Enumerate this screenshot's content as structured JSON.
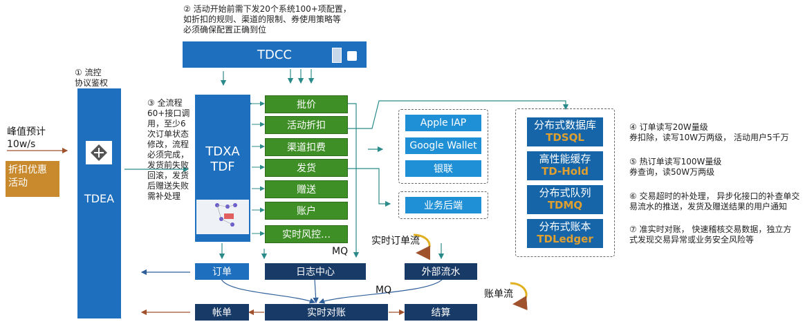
{
  "annotations": {
    "a2_line1": "② 活动开始前需下发20个系统100+项配置，",
    "a2_line2": "如折扣的规则、渠道的限制、券使用策略等",
    "a2_line3": "必须确保配置正确到位",
    "a1_line1": "① 流控",
    "a1_line2": "协议鉴权",
    "a3_lines": [
      "③ 全流程",
      "60+接口调",
      "用，至少6",
      "次订单状态",
      "修改，流程",
      "必须完成，",
      "发货前失败",
      "回滚，发货",
      "后赠送失败",
      "需补处理"
    ],
    "peak_line1": "峰值预计",
    "peak_line2": "10w/s",
    "a4_line1": "④ 订单读写20W量级",
    "a4_line2": "券扣除，读写10W万两级， 活动用户5千万",
    "a5_line1": "⑤ 热订单读写100W量级",
    "a5_line2": "券查询，读50W万两级",
    "a6_line1": "⑥ 交易超时的补处理， 异步化接口的补查单交",
    "a6_line2": "易流水的推送，发货及赠送结果的用户通知",
    "a7_line1": "⑦ 准实时对账， 快速稽核交易数据，独立方",
    "a7_line2": "式发现交易异常或业务安全风险等"
  },
  "discount_box": {
    "line1": "折扣优惠",
    "line2": "活动"
  },
  "tdcc": {
    "label": "TDCC"
  },
  "tdea": {
    "label": "TDEA"
  },
  "tdxa": {
    "line1": "TDXA",
    "line2": "TDF"
  },
  "steps": [
    "批价",
    "活动折扣",
    "渠道扣费",
    "发货",
    "赠送",
    "账户",
    "实时风控…"
  ],
  "payment": [
    "Apple IAP",
    "Google Wallet",
    "银联"
  ],
  "backend": {
    "label": "业务后端"
  },
  "storage": [
    {
      "name": "分布式数据库",
      "product": "TDSQL"
    },
    {
      "name": "高性能缓存",
      "product": "TD-Hold"
    },
    {
      "name": "分布式队列",
      "product": "TDMQ"
    },
    {
      "name": "分布式账本",
      "product": "TDLedger"
    }
  ],
  "bottom": {
    "order": "订单",
    "logcenter": "日志中心",
    "external": "外部流水",
    "bill": "帐单",
    "recon": "实时对账",
    "settle": "结算"
  },
  "flows": {
    "mq1": "MQ",
    "mq2": "MQ",
    "realtime_order": "实时订单流",
    "bill_flow": "账单流"
  },
  "colors": {
    "blue": "#1f6fbf",
    "green": "#3f8f27",
    "navy": "#173a66",
    "db_accent": "#e0a030"
  }
}
